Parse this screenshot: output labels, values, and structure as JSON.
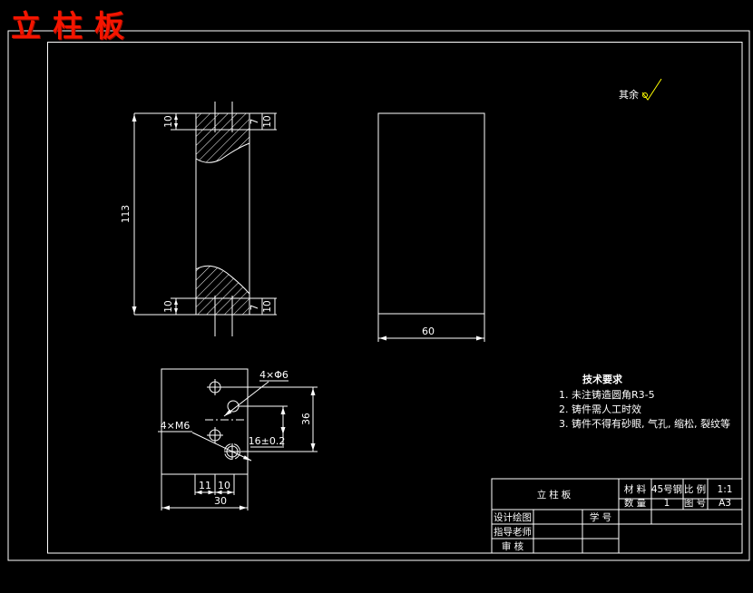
{
  "page": {
    "overlay_title": "立柱板",
    "colors": {
      "background": "#000000",
      "lines": "#ffffff",
      "overlay_title": "#f51500",
      "surface_symbol": "#ffff00"
    }
  },
  "surface_note": {
    "label": "其余"
  },
  "tech_req": {
    "title": "技术要求",
    "items": [
      "1. 未注铸造圆角R3-5",
      "2. 铸件需人工时效",
      "3. 铸件不得有砂眼, 气孔, 缩松, 裂纹等"
    ]
  },
  "dims": {
    "front_height": "113",
    "front_top_left": "10",
    "front_top_mid": "7",
    "front_top_right": "10",
    "front_bottom_left": "10",
    "front_bottom_mid": "7",
    "front_bottom_right": "10",
    "side_width": "60",
    "plan_hole_span": "36",
    "plan_tol": "16±0.2",
    "plan_left": "11",
    "plan_mid": "10",
    "plan_width": "30",
    "holes_clearance": "4×Φ6",
    "holes_tapped": "4×M6"
  },
  "title_block": {
    "part_name": "立柱板",
    "material_label": "材 料",
    "material_value": "45号钢",
    "scale_label": "比 例",
    "scale_value": "1:1",
    "qty_label": "数 量",
    "qty_value": "1",
    "drawing_no_label": "图 号",
    "drawing_no_value": "A3",
    "designer_label": "设计绘图",
    "student_id_label": "学 号",
    "advisor_label": "指导老师",
    "reviewer_label": "审 核"
  }
}
